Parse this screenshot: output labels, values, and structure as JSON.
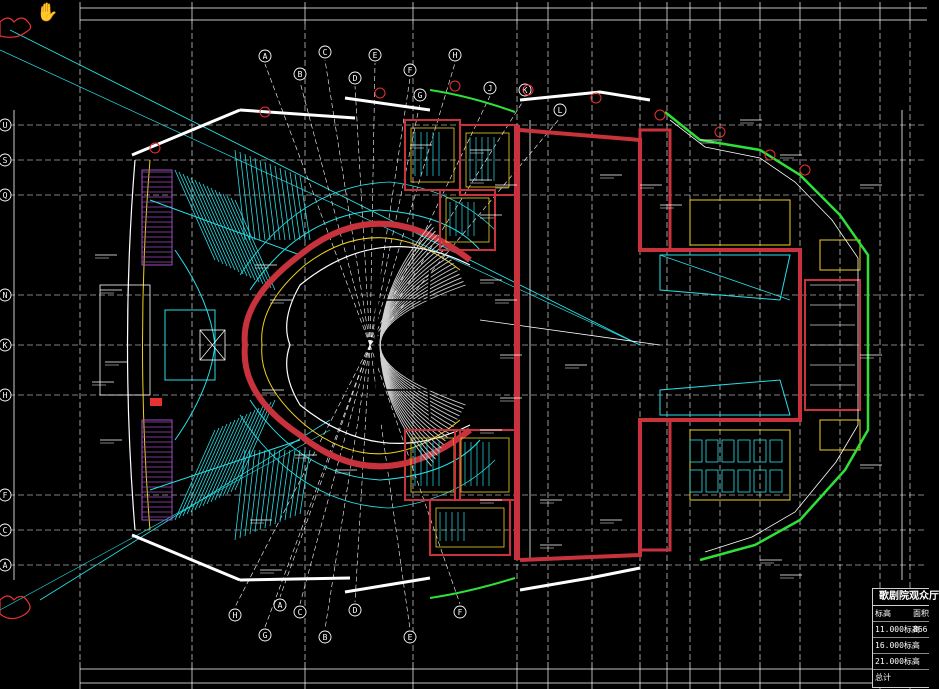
{
  "cursor": {
    "icon": "hand-cursor-icon"
  },
  "legend": {
    "title": "歌剧院观众厅",
    "rows": [
      {
        "key": "标高",
        "value": "面积"
      },
      {
        "key": "11.000标高",
        "value": "866"
      },
      {
        "key": "16.000标高",
        "value": ""
      },
      {
        "key": "21.000标高",
        "value": ""
      },
      {
        "key": "总计",
        "value": ""
      }
    ]
  },
  "grid_labels": {
    "left_rows": [
      "U",
      "S",
      "Q",
      "N",
      "K",
      "H",
      "F",
      "C",
      "A"
    ],
    "radial_top": [
      "A",
      "B",
      "C",
      "D",
      "E",
      "F",
      "G",
      "H",
      "J",
      "K",
      "L"
    ],
    "radial_bottom": [
      "A",
      "B",
      "C",
      "D",
      "E",
      "F",
      "G",
      "H"
    ]
  },
  "colors": {
    "background": "#000000",
    "grid": "#ffffff",
    "walls": "#c8323c",
    "seating": "#cfcfcf",
    "stairs": "#27e0e8",
    "facade": "#2fe03a",
    "accent": "#f0d020",
    "magenta": "#a04ec0",
    "annotation": "#e83232"
  }
}
